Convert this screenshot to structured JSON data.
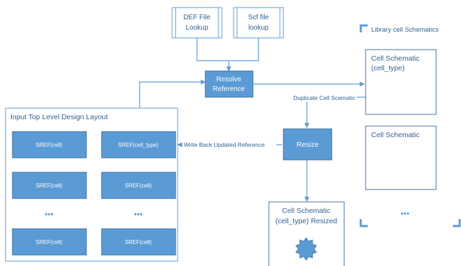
{
  "lookups": {
    "def": [
      "DEF File",
      "Lookup"
    ],
    "scf": [
      "Scf file",
      "lookup"
    ]
  },
  "resolve": [
    "Resolve",
    "Reference"
  ],
  "resize": "Resize",
  "library_label": "Library cell Schematics",
  "cell_schematic_1": [
    "Cell Schematic",
    "(cell_type)"
  ],
  "cell_schematic_2": "Cell Schematic",
  "resized": [
    "Cell Schematic",
    "(cell_type) Resized"
  ],
  "edge_labels": {
    "duplicate": "Duplicate Cell Scematic",
    "write_back": "Write Back Updated Reference"
  },
  "layout": {
    "title": "Input Top Level Design Layout",
    "cells": [
      [
        "SREF(cell)",
        "SREF(cell_type)"
      ],
      [
        "SREF(cell)",
        "SREF(cell)"
      ],
      [
        "•••",
        "•••"
      ],
      [
        "SREF(cell)",
        "SREF(cell)"
      ]
    ]
  },
  "ellipsis_right": "•••",
  "colors": {
    "box_fill": "#5b9bd5",
    "box_border": "#41719c",
    "text_blue": "#2e5f8f",
    "line": "#5b9bd5"
  }
}
